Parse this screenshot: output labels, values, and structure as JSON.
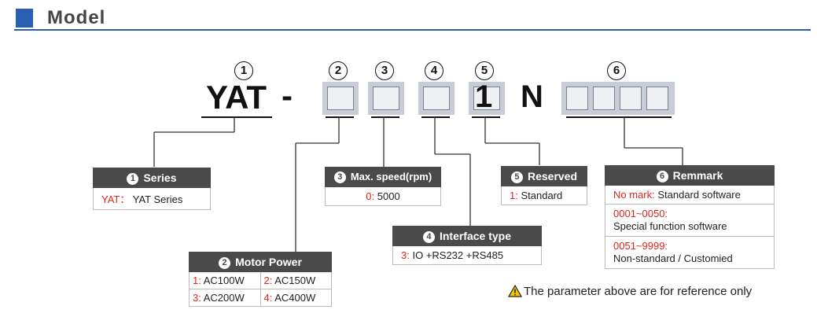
{
  "header": {
    "title": "Model"
  },
  "code": {
    "markers": [
      "1",
      "2",
      "3",
      "4",
      "5",
      "6"
    ],
    "prefix": "YAT",
    "dash": "-",
    "digit": "1",
    "letter": "N"
  },
  "boxes": {
    "series": {
      "num": "1",
      "title": "Series",
      "key": "YAT：",
      "value": "YAT Series"
    },
    "motor_power": {
      "num": "2",
      "title": "Motor Power",
      "rows": [
        [
          {
            "key": "1:",
            "value": "AC100W"
          },
          {
            "key": "2:",
            "value": "AC150W"
          }
        ],
        [
          {
            "key": "3:",
            "value": "AC200W"
          },
          {
            "key": "4:",
            "value": "AC400W"
          }
        ]
      ]
    },
    "max_speed": {
      "num": "3",
      "title": "Max. speed(rpm)",
      "key": "0:",
      "value": "5000"
    },
    "interface": {
      "num": "4",
      "title": "Interface type",
      "key": "3:",
      "value": "IO +RS232 +RS485"
    },
    "reserved": {
      "num": "5",
      "title": "Reserved",
      "key": "1:",
      "value": "Standard"
    },
    "remark": {
      "num": "6",
      "title": "Remmark",
      "rows": [
        {
          "key": "No mark:",
          "value": "Standard software"
        },
        {
          "key": "0001~0050:",
          "value": "Special function software"
        },
        {
          "key": "0051~9999:",
          "value": "Non-standard / Customied"
        }
      ]
    }
  },
  "note": {
    "text": "The parameter above are for reference only",
    "icon": "warning-icon"
  }
}
